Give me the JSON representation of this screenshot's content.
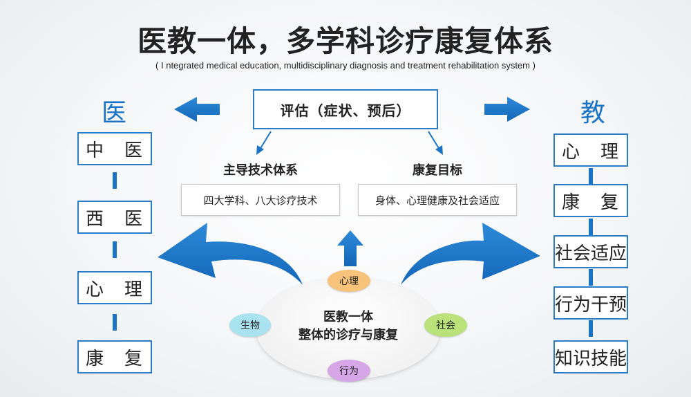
{
  "title": "医教一体，多学科诊疗康复体系",
  "subtitle": "( I ntegrated medical education, multidisciplinary diagnosis and treatment rehabilitation system )",
  "left": {
    "heading": "医",
    "items": [
      "中　医",
      "西　医",
      "心　理",
      "康　复"
    ]
  },
  "right": {
    "heading": "教",
    "items": [
      "心　理",
      "康　复",
      "社会适应",
      "行为干预",
      "知识技能"
    ]
  },
  "assessment": "评估（症状、预后）",
  "tech": {
    "heading": "主导技术体系",
    "content": "四大学科、八大诊疗技术"
  },
  "goal": {
    "heading": "康复目标",
    "content": "身体、心理健康及社会适应"
  },
  "center": {
    "line1": "医教一体",
    "line2": "整体的诊疗与康复"
  },
  "pills": {
    "psychology": "心理",
    "biology": "生物",
    "society": "社会",
    "behavior": "行为"
  },
  "colors": {
    "accent": "#1b73c6",
    "pill_psychology": "#f7c27a",
    "pill_biology": "#a9e3f0",
    "pill_society": "#b9e27a",
    "pill_behavior": "#d6a6e6"
  }
}
